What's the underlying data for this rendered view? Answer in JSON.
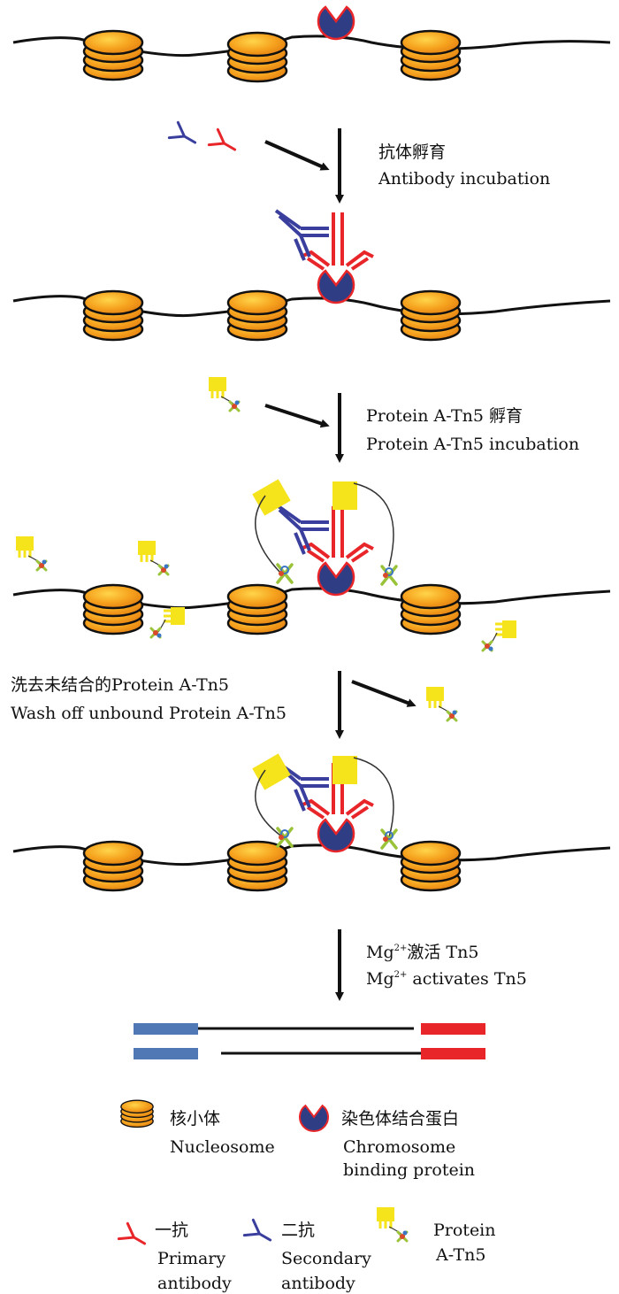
{
  "steps": [
    {
      "cn": "抗体孵育",
      "en": "Antibody incubation"
    },
    {
      "cn": "Protein A-Tn5 孵育",
      "en": "Protein A-Tn5 incubation"
    },
    {
      "cn": "洗去未结合的Protein A-Tn5",
      "en": "Wash off unbound Protein A-Tn5"
    },
    {
      "cn_prefix": "Mg",
      "cn_sup": "2+",
      "cn_rest": "激活 Tn5",
      "en_prefix": "Mg",
      "en_sup": "2+",
      "en_rest": " activates Tn5"
    }
  ],
  "legend": {
    "nucleosome": {
      "cn": "核小体",
      "en": "Nucleosome"
    },
    "chromosome_binding_protein": {
      "cn": "染色体结合蛋白",
      "en1": "Chromosome",
      "en2": "binding protein"
    },
    "primary_antibody": {
      "cn": "一抗",
      "en1": "Primary",
      "en2": "antibody"
    },
    "secondary_antibody": {
      "cn": "二抗",
      "en1": "Secondary",
      "en2": "antibody"
    },
    "protein_a_tn5": {
      "en1": "Protein",
      "en2": "A-Tn5"
    }
  },
  "colors": {
    "primary_antibody": "#e8262a",
    "secondary_antibody": "#3a3f9e",
    "protein_a": "#f5e31b",
    "tn5": "#9ac33a",
    "binding_protein": "#2f3d84",
    "nucleosome": "#f4a11f",
    "fragment_blue": "#4f78b5",
    "fragment_red": "#e8262a"
  }
}
